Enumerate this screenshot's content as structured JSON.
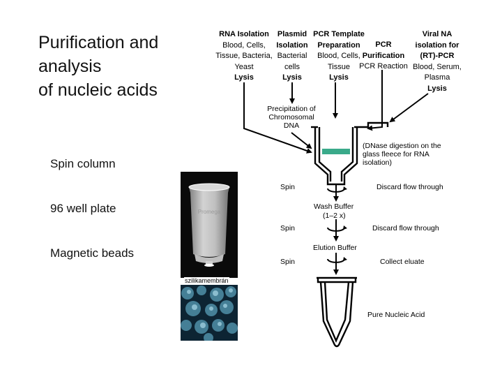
{
  "title_lines": [
    "Purification and",
    "analysis",
    "of nucleic acids"
  ],
  "formats": [
    "Spin column",
    "96 well plate",
    "Magnetic beads"
  ],
  "photo_caption": "szilikamembrán",
  "photo_brand": "Promega",
  "sources": [
    {
      "lines": [
        "RNA Isolation"
      ],
      "body": [
        "Blood, Cells,",
        "Tissue, Bacteria,",
        "Yeast"
      ],
      "step": "Lysis"
    },
    {
      "lines": [
        "Plasmid",
        "Isolation"
      ],
      "body": [
        "Bacterial",
        "cells"
      ],
      "step": "Lysis"
    },
    {
      "lines": [
        "PCR Template",
        "Preparation"
      ],
      "body": [
        "Blood, Cells,",
        "Tissue"
      ],
      "step": "Lysis"
    },
    {
      "lines": [
        "PCR",
        "Purification"
      ],
      "body": [
        "PCR Reaction"
      ],
      "step": ""
    },
    {
      "lines": [
        "Viral NA",
        "isolation for",
        "(RT)-PCR"
      ],
      "body": [
        "Blood, Serum,",
        "Plasma"
      ],
      "step": "Lysis"
    }
  ],
  "precipitation_lines": [
    "Precipitation of",
    "Chromosomal",
    "DNA"
  ],
  "dnase_note": "(DNase digestion on the glass fleece for RNA isolation)",
  "wash_buffer": "Wash Buffer",
  "wash_repeat": "(1–2 x)",
  "elution_buffer": "Elution Buffer",
  "steps": [
    {
      "action": "Spin",
      "result": "Discard flow through"
    },
    {
      "action": "Spin",
      "result": "Discard flow through"
    },
    {
      "action": "Spin",
      "result": "Collect eluate"
    }
  ],
  "final_product": "Pure Nucleic Acid",
  "colors": {
    "membrane": "#3aaa8a",
    "line": "#000000"
  }
}
